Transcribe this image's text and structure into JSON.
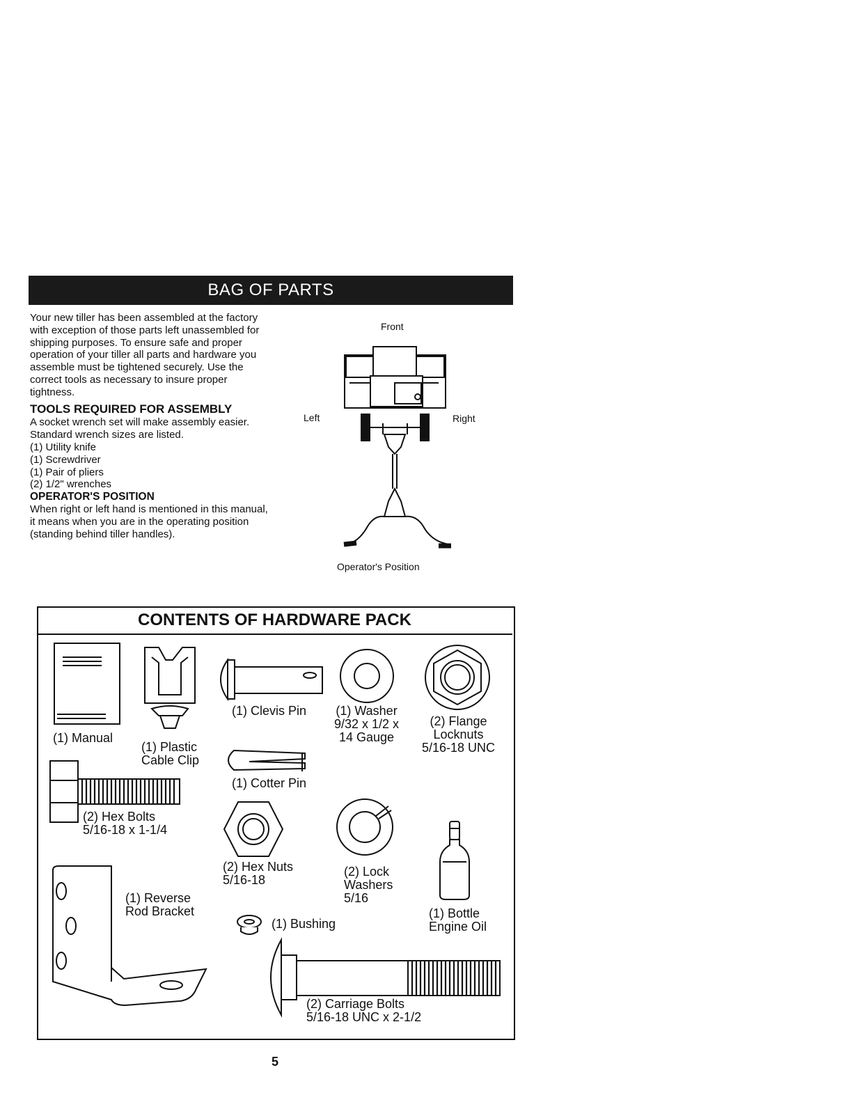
{
  "banner_title": "BAG OF PARTS",
  "intro": {
    "paragraph": "Your new tiller has been assembled at the factory with exception of those parts left unassembled for shipping purposes. To ensure safe and proper operation of your tiller all parts and hardware you assemble must be tightened securely. Use the correct tools as necessary to insure proper tightness.",
    "tools_heading": "TOOLS REQUIRED FOR ASSEMBLY",
    "tools_text": "A socket wrench set will make assembly easier. Standard wrench sizes are listed.",
    "tools": [
      "(1) Utility knife",
      "(1) Screwdriver",
      "(1) Pair of pliers",
      "(2) 1/2\" wrenches"
    ],
    "operator_heading": "OPERATOR'S POSITION",
    "operator_text": "When right or left hand is mentioned in this manual, it means when you are in the operating position (standing behind tiller handles)."
  },
  "diagram": {
    "front": "Front",
    "left": "Left",
    "right": "Right",
    "caption": "Operator's Position"
  },
  "hardware": {
    "title": "CONTENTS OF HARDWARE PACK",
    "manual": "(1) Manual",
    "cable_clip": [
      "(1) Plastic",
      "Cable Clip"
    ],
    "clevis_pin": "(1) Clevis Pin",
    "washer": [
      "(1) Washer",
      "9/32 x 1/2 x",
      "14 Gauge"
    ],
    "flange_locknuts": [
      "(2) Flange",
      "Locknuts",
      "5/16-18 UNC"
    ],
    "cotter_pin": "(1) Cotter Pin",
    "hex_bolts": [
      "(2) Hex Bolts",
      "5/16-18 x 1-1/4"
    ],
    "hex_nuts": [
      "(2) Hex Nuts",
      "5/16-18"
    ],
    "lock_washers": [
      "(2) Lock",
      "Washers",
      "5/16"
    ],
    "reverse_rod_bracket": [
      "(1) Reverse",
      "Rod Bracket"
    ],
    "bushing": "(1) Bushing",
    "bottle": [
      "(1) Bottle",
      "Engine Oil"
    ],
    "carriage_bolts": [
      "(2) Carriage Bolts",
      "5/16-18 UNC x 2-1/2"
    ]
  },
  "page_number": "5"
}
